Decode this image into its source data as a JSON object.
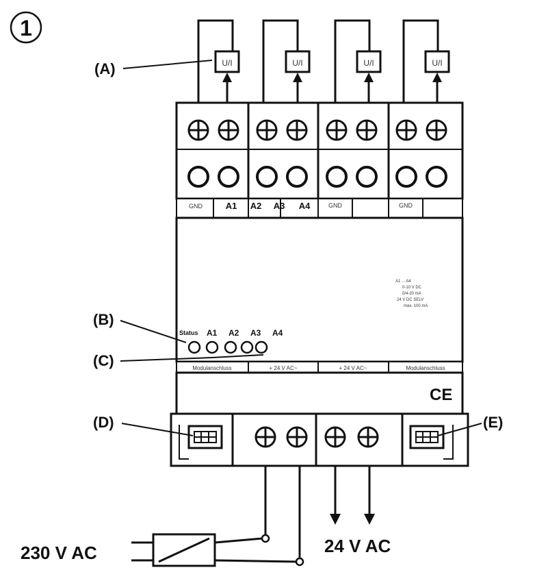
{
  "figure_number": "1",
  "callouts": {
    "a": "(A)",
    "b": "(B)",
    "c": "(C)",
    "d": "(D)",
    "e": "(E)"
  },
  "sensor_label": "U/I",
  "terminal_top_labels": [
    "GND",
    "A1",
    "A2",
    "A3",
    "A4",
    "GND",
    "GND"
  ],
  "status_leds": {
    "status": "Status",
    "a1": "A1",
    "a2": "A2",
    "a3": "A3",
    "a4": "A4"
  },
  "bus_labels": [
    "Modulanschluss",
    "+ 24 V AC~",
    "+ 24 V AC~",
    "Modulanschluss"
  ],
  "spec_lines": [
    "A1 ... A4",
    "0-10 V DC",
    "0/4-20 mA",
    "24 V DC SELV",
    "max. 100 mA"
  ],
  "ce_mark": "CE",
  "supply_in": "230 V AC",
  "supply_out": "24 V AC"
}
